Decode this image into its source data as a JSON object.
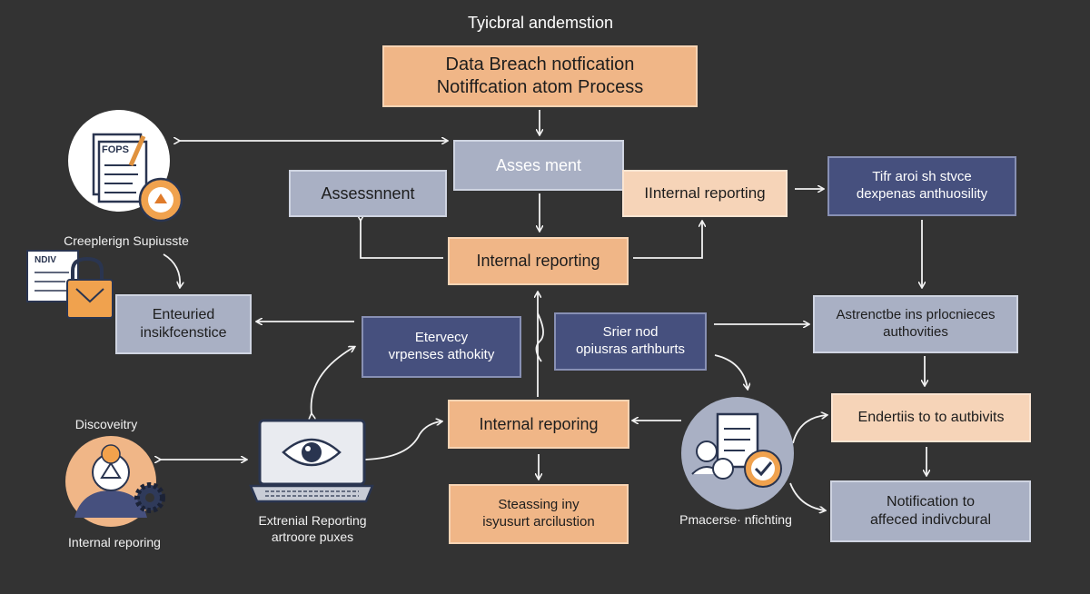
{
  "diagram": {
    "header": "Tyicbral andemstion",
    "title_box": "Data Breach notfication\nNotiffcation atom Process",
    "assessment_top": "Asses ment",
    "assessment_left": "Assessnnent",
    "internal_reporting_top": "IInternal reporting",
    "internal_reporting_mid": "Internal reporting",
    "top_right_box": "Tifr aroi sh stvce\ndexpenas anthuosility",
    "enteried_box": "Enteuried\ninsikfcenstice",
    "etervecy_box": "Etervecy\nvrpenses athokity",
    "srierned_box": "Srier nod\nopiusras arthburts",
    "astrenctbe_box": "Astrenctbe ins prlocnieces\nauthovities",
    "internal_reporing_low": "Internal reporing",
    "endertiis_box": "Endertiis to to autbivits",
    "steassing_box": "Steassing iny\nisyusurt arcilustion",
    "notification_box": "Notification to\naffeced indivcbural",
    "labels": {
      "creeplering": "Creeplerign Supiusste",
      "discovery": "Discoveitry",
      "internal_reporing_bottom": "Internal reporing",
      "external_reporting": "Extrenial Reporting\nartroore puxes",
      "pmacerse": "Pmacerse· nfichting"
    },
    "doc_icon_text": "FOPS",
    "ndiv_icon_text": "NDIV"
  },
  "colors": {
    "background": "#333333",
    "orange": "#f0b687",
    "peach": "#f6d4b8",
    "grey": "#a9b0c4",
    "navy": "#46507e"
  }
}
